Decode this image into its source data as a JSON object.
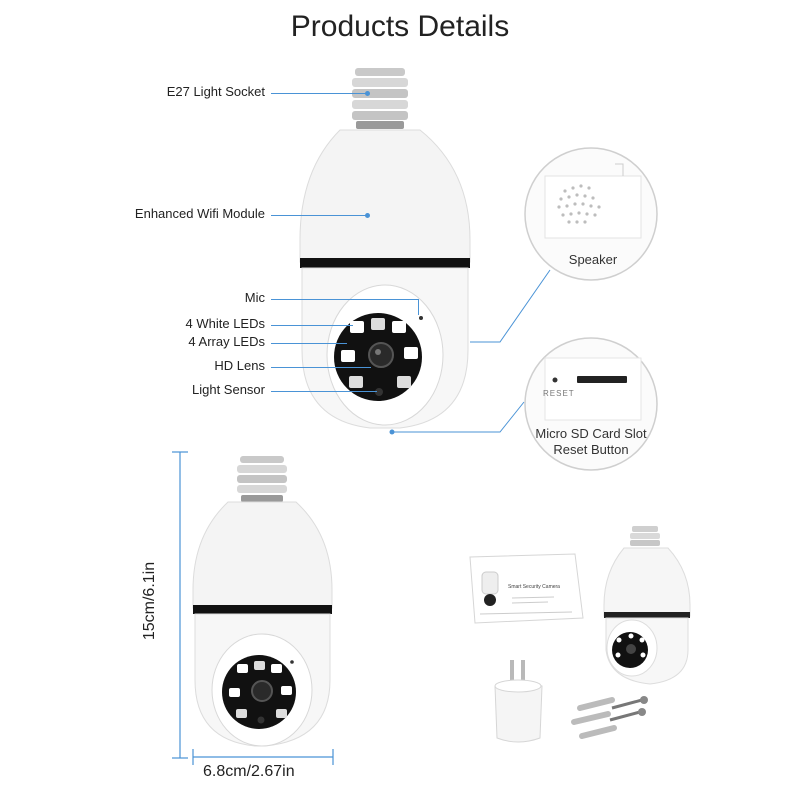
{
  "title": "Products Details",
  "labels": {
    "socket": "E27 Light Socket",
    "wifi": "Enhanced Wifi Module",
    "mic": "Mic",
    "white_leds": "4 White LEDs",
    "array_leds": "4 Array LEDs",
    "lens": "HD Lens",
    "sensor": "Light Sensor"
  },
  "callouts": {
    "speaker": "Speaker",
    "sd_slot": "Micro SD Card Slot",
    "reset_button": "Reset Button",
    "reset_text": "RESET"
  },
  "dimensions": {
    "height": "15cm/6.1in",
    "width": "6.8cm/2.67in"
  },
  "manual": {
    "heading": "Smart Security Camera"
  },
  "colors": {
    "accent": "#4a93d6",
    "led_ring": "#111111"
  }
}
